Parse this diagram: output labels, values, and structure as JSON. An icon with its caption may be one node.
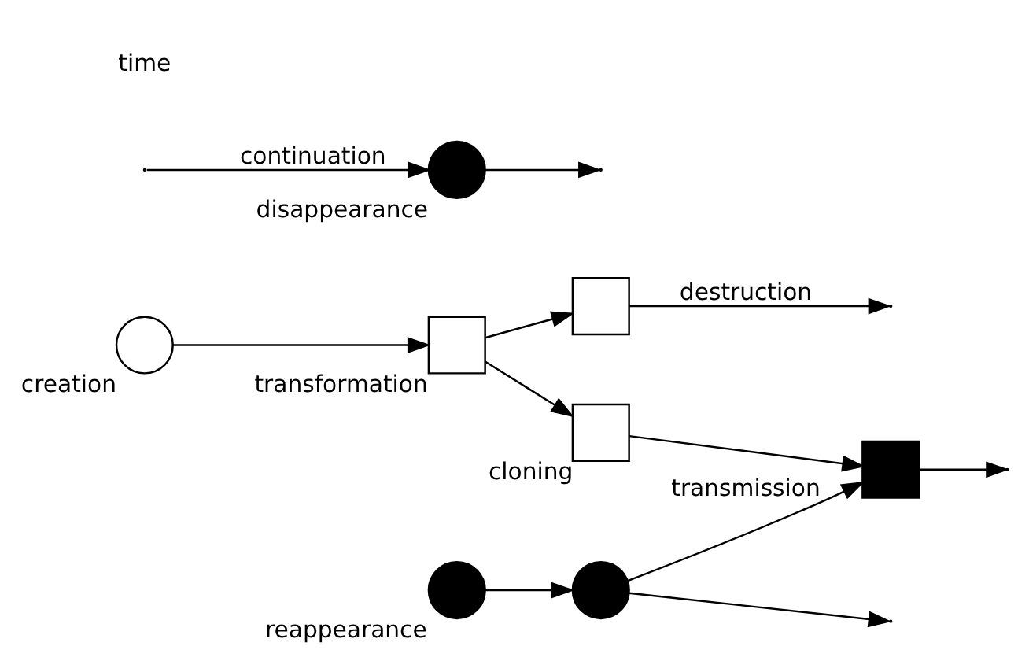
{
  "diagram": {
    "nodes": [
      {
        "text": [],
        "shape": "circle",
        "beside": [
          "creation"
        ]
      },
      {
        "text": [],
        "shape": "box",
        "beside": [
          "transformation"
        ]
      },
      {
        "text": [],
        "shape": "box"
      },
      {
        "text": [],
        "shape": "box",
        "beside": [
          "cloning"
        ]
      },
      {
        "text": [],
        "shape": "box"
      },
      {
        "text": [],
        "shape": "circle",
        "beside": [
          "disappearance"
        ]
      },
      {
        "text": [],
        "shape": "circle",
        "beside": [
          "reappearance"
        ]
      },
      {
        "text": [],
        "shape": "circle"
      }
    ],
    "edges": [
      {
        "from": 0,
        "to": 1,
        "arrow": "to"
      },
      {
        "from": 1,
        "to": 2,
        "arrow": "to"
      },
      {
        "from": 1,
        "to": 3,
        "arrow": "to"
      },
      {
        "from": 2,
        "to": null,
        "arrow": "to",
        "label": "destruction"
      },
      {
        "from": 3,
        "to": 4,
        "arrow": "to"
      },
      {
        "from": 4,
        "to": null,
        "arrow": "to"
      },
      {
        "from": null,
        "to": 5,
        "arrow": "to",
        "label": "continuation"
      },
      {
        "from": 5,
        "to": null,
        "arrow": "to"
      },
      {
        "from": 6,
        "to": 7,
        "arrow": "to"
      },
      {
        "from": 7,
        "to": 4,
        "arrow": "to",
        "label": "transmission"
      },
      {
        "from": 7,
        "to": null,
        "arrow": "to"
      }
    ],
    "labels": [
      "time"
    ]
  }
}
